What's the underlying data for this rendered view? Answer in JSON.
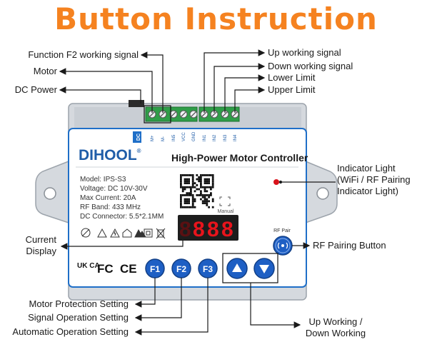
{
  "title": "Button Instruction",
  "colors": {
    "title": "#f58220",
    "housing": "#d5d9de",
    "housing_edge": "#9ca3ab",
    "panel_border": "#1f6fc8",
    "terminal_green": "#2f9e48",
    "display_bg": "#1d1d1d",
    "display_digits": "#e8141c",
    "button_blue": "#1e5fc4",
    "indicator_red": "#d9131b"
  },
  "terminals": {
    "dc_label": "DC",
    "pins": [
      "M+",
      "M-",
      "IN5",
      "VCC",
      "GND",
      "IN1",
      "IN2",
      "IN3",
      "IN4"
    ]
  },
  "device": {
    "brand": "DIHOOL",
    "registered_mark": "®",
    "product_title": "High-Power Motor Controller",
    "specs": [
      "Model: IPS-S3",
      "Voltage: DC 10V-30V",
      "Max Current: 20A",
      "RF Band: 433 MHz",
      "DC Connector: 5.5*2.1MM"
    ],
    "manual_label": "Manual",
    "display_digits": [
      "8",
      "8",
      "8",
      "8"
    ],
    "rf_pair_label": "RF Pair",
    "cert_marks": [
      "UK CA",
      "FC",
      "CE"
    ],
    "buttons": {
      "f1": "F1",
      "f2": "F2",
      "f3": "F3",
      "up": "up-arrow-icon",
      "down": "down-arrow-icon"
    }
  },
  "callouts": {
    "function_f2": "Function F2 working signal",
    "motor": "Motor",
    "dc_power": "DC Power",
    "up_signal": "Up working signal",
    "down_signal": "Down working signal",
    "lower_limit": "Lower Limit",
    "upper_limit": "Upper Limit",
    "indicator_line1": "Indicator Light",
    "indicator_line2": "(WiFi / RF Pairing",
    "indicator_line3": "Indicator Light)",
    "current_line1": "Current",
    "current_line2": "Display",
    "rf_pairing_button": "RF Pairing Button",
    "motor_protection": "Motor Protection Setting",
    "signal_operation": "Signal Operation Setting",
    "automatic_operation": "Automatic Operation Setting",
    "updown_line1": "Up Working /",
    "updown_line2": "Down Working"
  }
}
